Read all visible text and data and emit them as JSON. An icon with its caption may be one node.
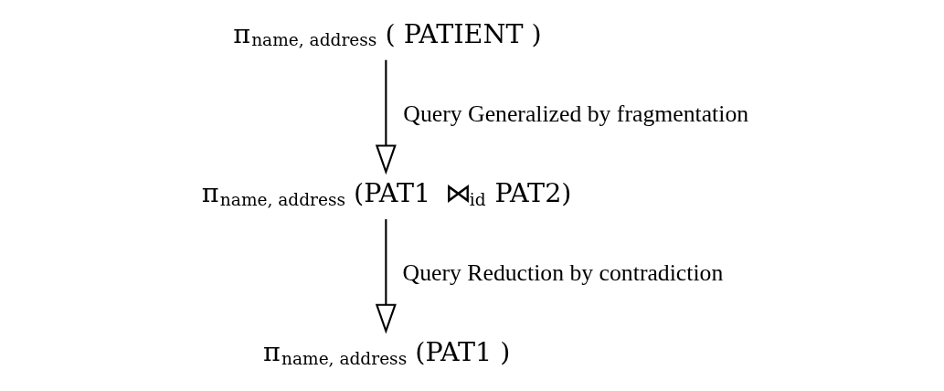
{
  "diagram": {
    "nodes": [
      {
        "text": [
          "π$_{name, address}$ ( PATIENT )"
        ]
      },
      {
        "text": [
          "π$_{name, address}$ (PAT1 ⋈$_{id}$ PAT2)"
        ]
      },
      {
        "text": [
          "π$_{name, address}$ (PAT1 )"
        ]
      }
    ],
    "edges": [
      {
        "from": 0,
        "to": 1,
        "arrow": "to",
        "label": "Query Generalized by fragmentation"
      },
      {
        "from": 1,
        "to": 2,
        "arrow": "to",
        "label": "Query Reduction by contradiction"
      }
    ]
  }
}
